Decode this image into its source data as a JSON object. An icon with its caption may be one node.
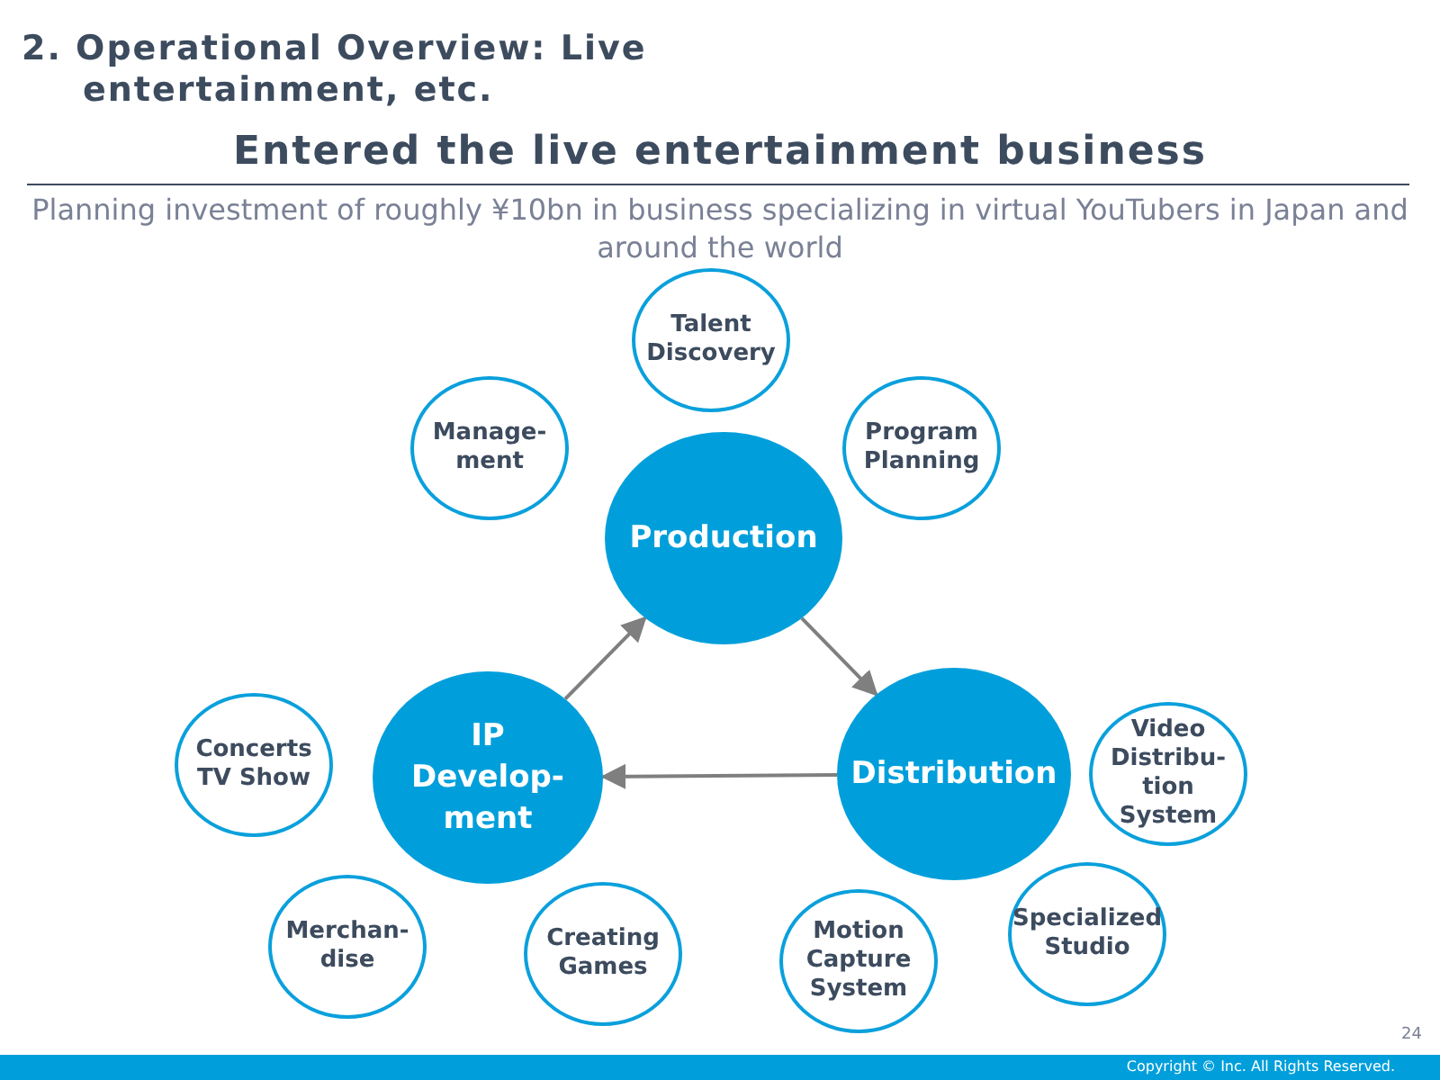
{
  "diagram": {
    "title": "2. Operational Overview: Live entertainment, etc.",
    "nodes": [
      {
        "text": [
          "Talent Discovery"
        ]
      },
      {
        "text": [
          "Manage- ment"
        ]
      },
      {
        "text": [
          "Program Planning"
        ]
      },
      {
        "text": [
          "Production"
        ]
      },
      {
        "text": [
          "IP Develop- ment"
        ]
      },
      {
        "text": [
          "Concerts TV Show"
        ]
      },
      {
        "text": [
          "Video Distribu- tion System"
        ]
      },
      {
        "text": [
          "Distribution"
        ]
      },
      {
        "text": [
          "Specialized Studio"
        ]
      },
      {
        "text": [
          "Merchan- dise"
        ]
      },
      {
        "text": [
          "Creating Games"
        ]
      },
      {
        "text": [
          "Motion Capture System"
        ]
      }
    ],
    "edges": [
      {
        "from": 4,
        "to": 3,
        "arrow": "to"
      },
      {
        "from": 3,
        "to": 7,
        "arrow": "to"
      },
      {
        "from": 7,
        "to": 4,
        "arrow": "to"
      }
    ],
    "labels": [
      "Entered the live entertainment business",
      "Planning investment of roughly ¥10bn in business specializing in virtual YouTubers in Japan and around the world",
      "24",
      "Copyright © Inc. All Rights Reserved."
    ]
  }
}
